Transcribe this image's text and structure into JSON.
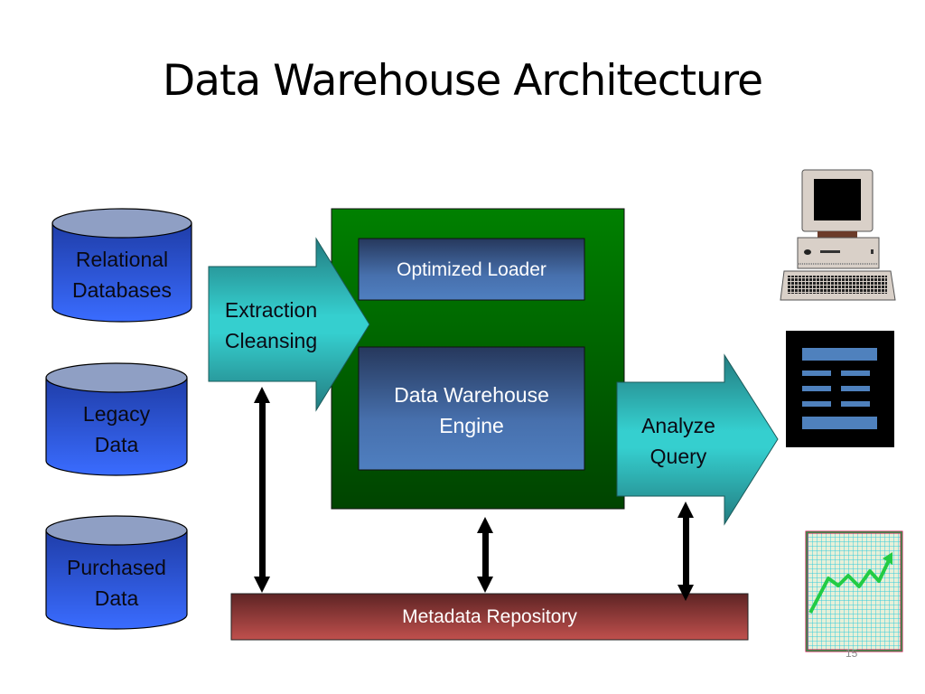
{
  "slide": {
    "title": "Data Warehouse Architecture",
    "slide_number": "15"
  },
  "sources": [
    {
      "line1": "Relational",
      "line2": "Databases"
    },
    {
      "line1": "Legacy",
      "line2": "Data"
    },
    {
      "line1": "Purchased",
      "line2": "Data"
    }
  ],
  "extraction_arrow": {
    "line1": "Extraction",
    "line2": "Cleansing"
  },
  "warehouse": {
    "loader": "Optimized Loader",
    "engine_line1": "Data Warehouse",
    "engine_line2": "Engine"
  },
  "analyze_arrow": {
    "line1": "Analyze",
    "line2": "Query"
  },
  "metadata": {
    "label": "Metadata Repository"
  },
  "outputs": [
    {
      "icon": "desktop-computer-icon"
    },
    {
      "icon": "report-document-icon"
    },
    {
      "icon": "line-chart-icon"
    }
  ],
  "colors": {
    "cylinder_blue": "#2b55e0",
    "cylinder_top": "#8f9fc4",
    "arrow_teal": "#33cccc",
    "warehouse_green": "#008000",
    "inner_box_blue": "#4a78b8",
    "metadata_red": "#c0504d"
  }
}
